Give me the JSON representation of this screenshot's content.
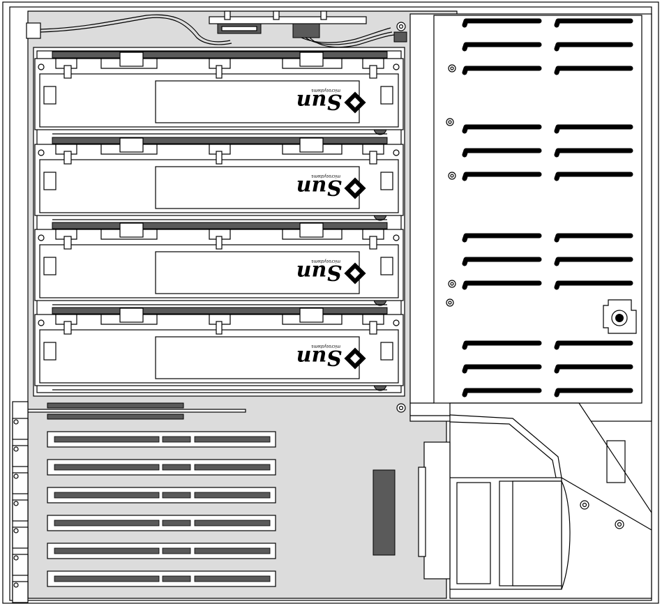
{
  "colors": {
    "board": "#dcdcdc",
    "dark": "#5a5a5a",
    "outline": "#000000",
    "panel": "#ffffff"
  },
  "dimm_modules": [
    {
      "brand": "Sun",
      "sub": "microsystems"
    },
    {
      "brand": "Sun",
      "sub": "microsystems"
    },
    {
      "brand": "Sun",
      "sub": "microsystems"
    },
    {
      "brand": "Sun",
      "sub": "microsystems"
    }
  ],
  "pci_slot_count": 6,
  "vent_groups": 4,
  "icons": {
    "logo": "sun-logo-icon",
    "screw": "screw-icon",
    "lock": "lock-icon"
  }
}
